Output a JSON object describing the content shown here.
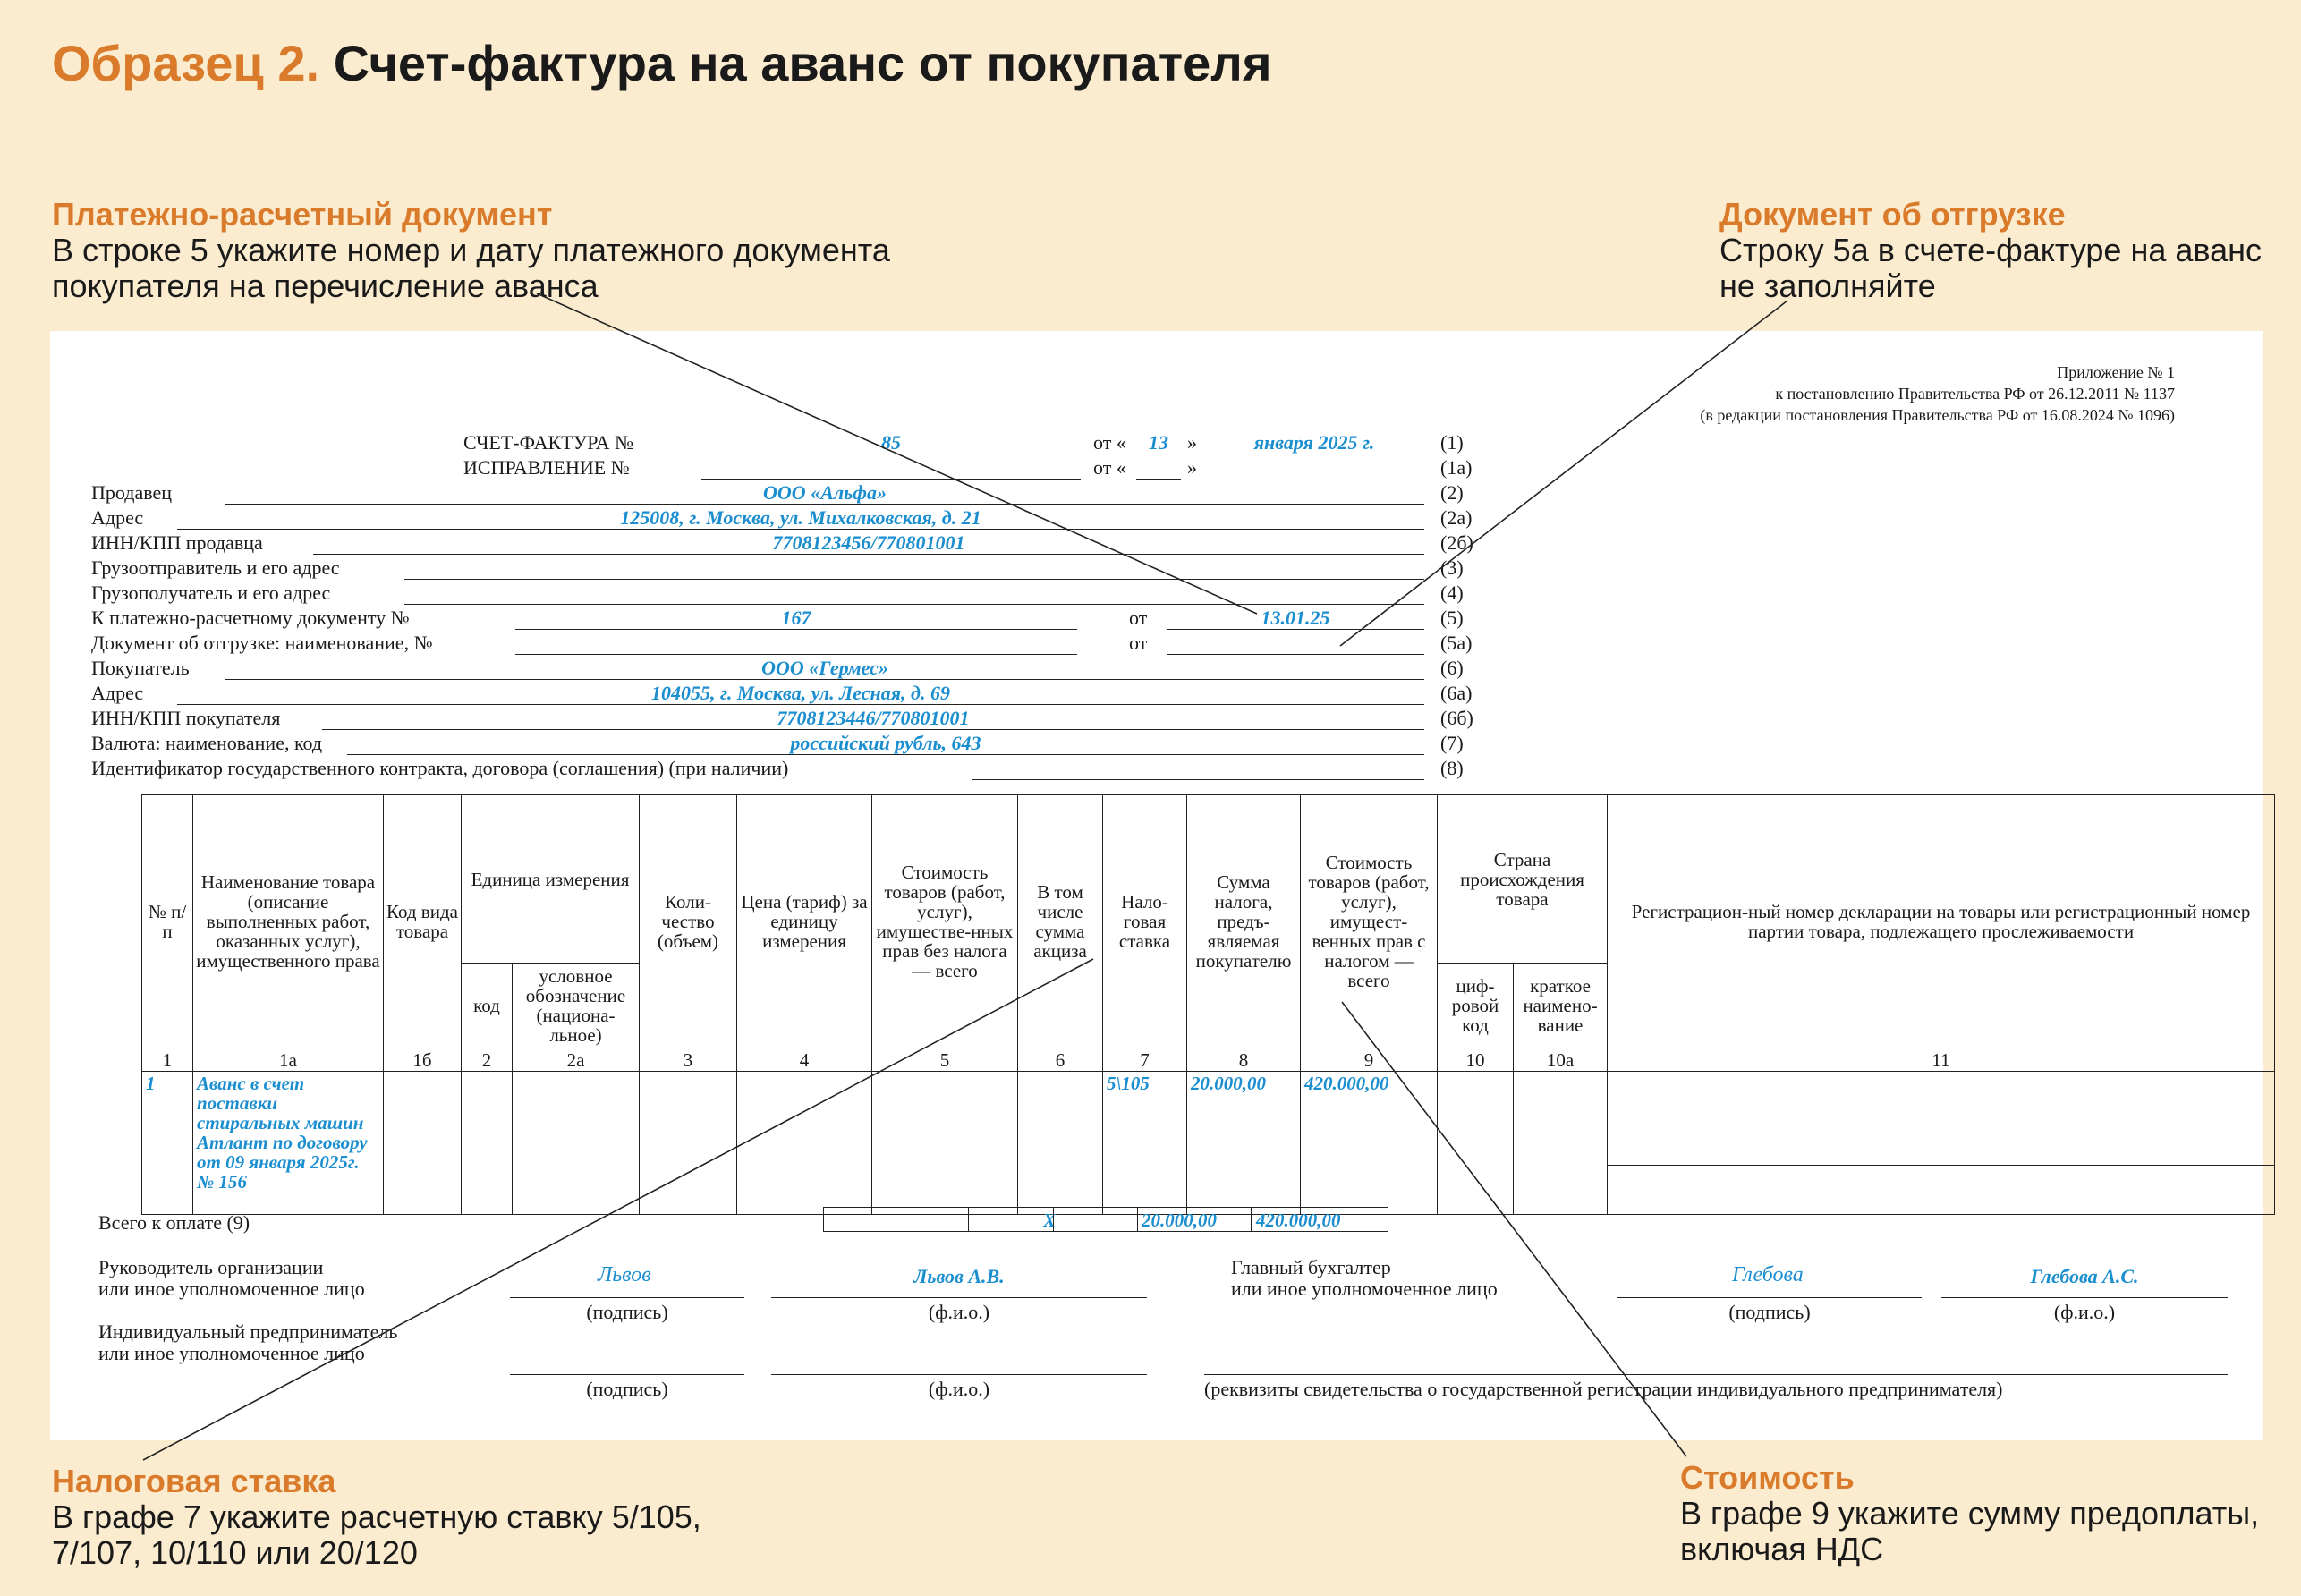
{
  "title": {
    "num": "Образец 2.",
    "text": "Счет-фактура на аванс от покупателя"
  },
  "annotations": {
    "payment": {
      "heading": "Платежно-расчетный документ",
      "line1": "В строке 5 укажите номер и дату платежного документа",
      "line2": "покупателя на перечисление аванса"
    },
    "shipment": {
      "heading": "Документ об отгрузке",
      "line1": "Строку 5а в счете-фактуре на аванс",
      "line2": "не заполняйте"
    },
    "tax_rate": {
      "heading": "Налоговая ставка",
      "line1": "В графе 7 укажите расчетную ставку 5/105,",
      "line2": "7/107, 10/110 или 20/120"
    },
    "cost": {
      "heading": "Стоимость",
      "line1": "В графе 9 укажите сумму предоплаты,",
      "line2": "включая НДС"
    }
  },
  "appendix": {
    "line1": "Приложение № 1",
    "line2": "к  постановлению Правительства РФ от 26.12.2011 № 1137",
    "line3": "(в редакции постановления Правительства РФ от 16.08.2024 № 1096)"
  },
  "invoice": {
    "label": "СЧЕТ-ФАКТУРА №",
    "number": "85",
    "from": "от «",
    "quote_close": "»",
    "day": "13",
    "date_rest": "января 2025 г.",
    "code": "(1)"
  },
  "correction": {
    "label": "ИСПРАВЛЕНИЕ №",
    "from": "от «",
    "quote_close": "»",
    "code": "(1а)"
  },
  "fields": [
    {
      "label": "Продавец",
      "value": "ООО «Альфа»",
      "code": "(2)"
    },
    {
      "label": "Адрес",
      "value": "125008, г. Москва, ул. Михалковская, д. 21",
      "code": "(2а)"
    },
    {
      "label": "ИНН/КПП продавца",
      "value": "7708123456/770801001",
      "code": "(2б)"
    },
    {
      "label": "Грузоотправитель и его адрес",
      "value": "",
      "code": "(3)"
    },
    {
      "label": "Грузополучатель и его адрес",
      "value": "",
      "code": "(4)"
    },
    {
      "label": "К платежно-расчетному документу №",
      "value": "167",
      "from": "от",
      "date": "13.01.25",
      "code": "(5)"
    },
    {
      "label": "Документ об отгрузке: наименование, №",
      "value": "",
      "from": "от",
      "date": "",
      "code": "(5а)"
    },
    {
      "label": "Покупатель",
      "value": "ООО «Гермес»",
      "code": "(6)"
    },
    {
      "label": "Адрес",
      "value": "104055, г. Москва, ул. Лесная, д. 69",
      "code": "(6а)"
    },
    {
      "label": "ИНН/КПП покупателя",
      "value": "7708123446/770801001",
      "code": "(6б)"
    },
    {
      "label": "Валюта: наименование, код",
      "value": "российский рубль, 643",
      "code": "(7)"
    },
    {
      "label": "Идентификатор государственного контракта, договора (соглашения) (при наличии)",
      "value": "",
      "code": "(8)"
    }
  ],
  "table": {
    "headers": {
      "c1": "№ п/п",
      "c1a": "Наименование товара (описание выполненных работ, оказанных услуг), имущественного права",
      "c1b": "Код вида товара",
      "unit": "Единица измерения",
      "unit_code": "код",
      "unit_name": "условное обозначение (национа-льное)",
      "c3": "Коли-чество (объем)",
      "c4": "Цена (тариф) за единицу измерения",
      "c5": "Стоимость товаров (работ, услуг), имуществе-нных прав без налога — всего",
      "c6": "В том числе сумма акциза",
      "c7": "Нало-говая ставка",
      "c8": "Сумма налога, предъ-являемая покупателю",
      "c9": "Стоимость товаров (работ, услуг), имущест-венных прав с налогом — всего",
      "country": "Страна происхождения товара",
      "country_code": "циф-ровой код",
      "country_name": "краткое наимено-вание",
      "c11": "Регистрацион-ный номер декларации на товары или регистрационный номер партии товара, подлежащего прослеживаемости"
    },
    "col_numbers": [
      "1",
      "1а",
      "1б",
      "2",
      "2а",
      "3",
      "4",
      "5",
      "6",
      "7",
      "8",
      "9",
      "10",
      "10а",
      "11"
    ],
    "row": {
      "num": "1",
      "name": "Аванс в счет поставки стиральных машин Атлант по договору от 09 января 2025г. № 156",
      "rate": "5\\105",
      "tax": "20.000,00",
      "total": "420.000,00"
    },
    "total_label": "Всего к оплате (9)",
    "total_excise": "X",
    "total_tax": "20.000,00",
    "total_sum": "420.000,00"
  },
  "signatures": {
    "head_label1": "Руководитель организации",
    "head_label2": "или иное уполномоченное лицо",
    "head_sign": "Львов",
    "head_name": "Львов А.В.",
    "chief_label1": "Главный бухгалтер",
    "chief_label2": "или иное уполномоченное лицо",
    "chief_sign": "Глебова",
    "chief_name": "Глебова А.С.",
    "sign_caption": "(подпись)",
    "fio_caption": "(ф.и.о.)",
    "ip_label1": "Индивидуальный предприниматель",
    "ip_label2": "или иное уполномоченное лицо",
    "ip_caption": "(реквизиты свидетельства о государственной регистрации индивидуального предпринимателя)"
  }
}
